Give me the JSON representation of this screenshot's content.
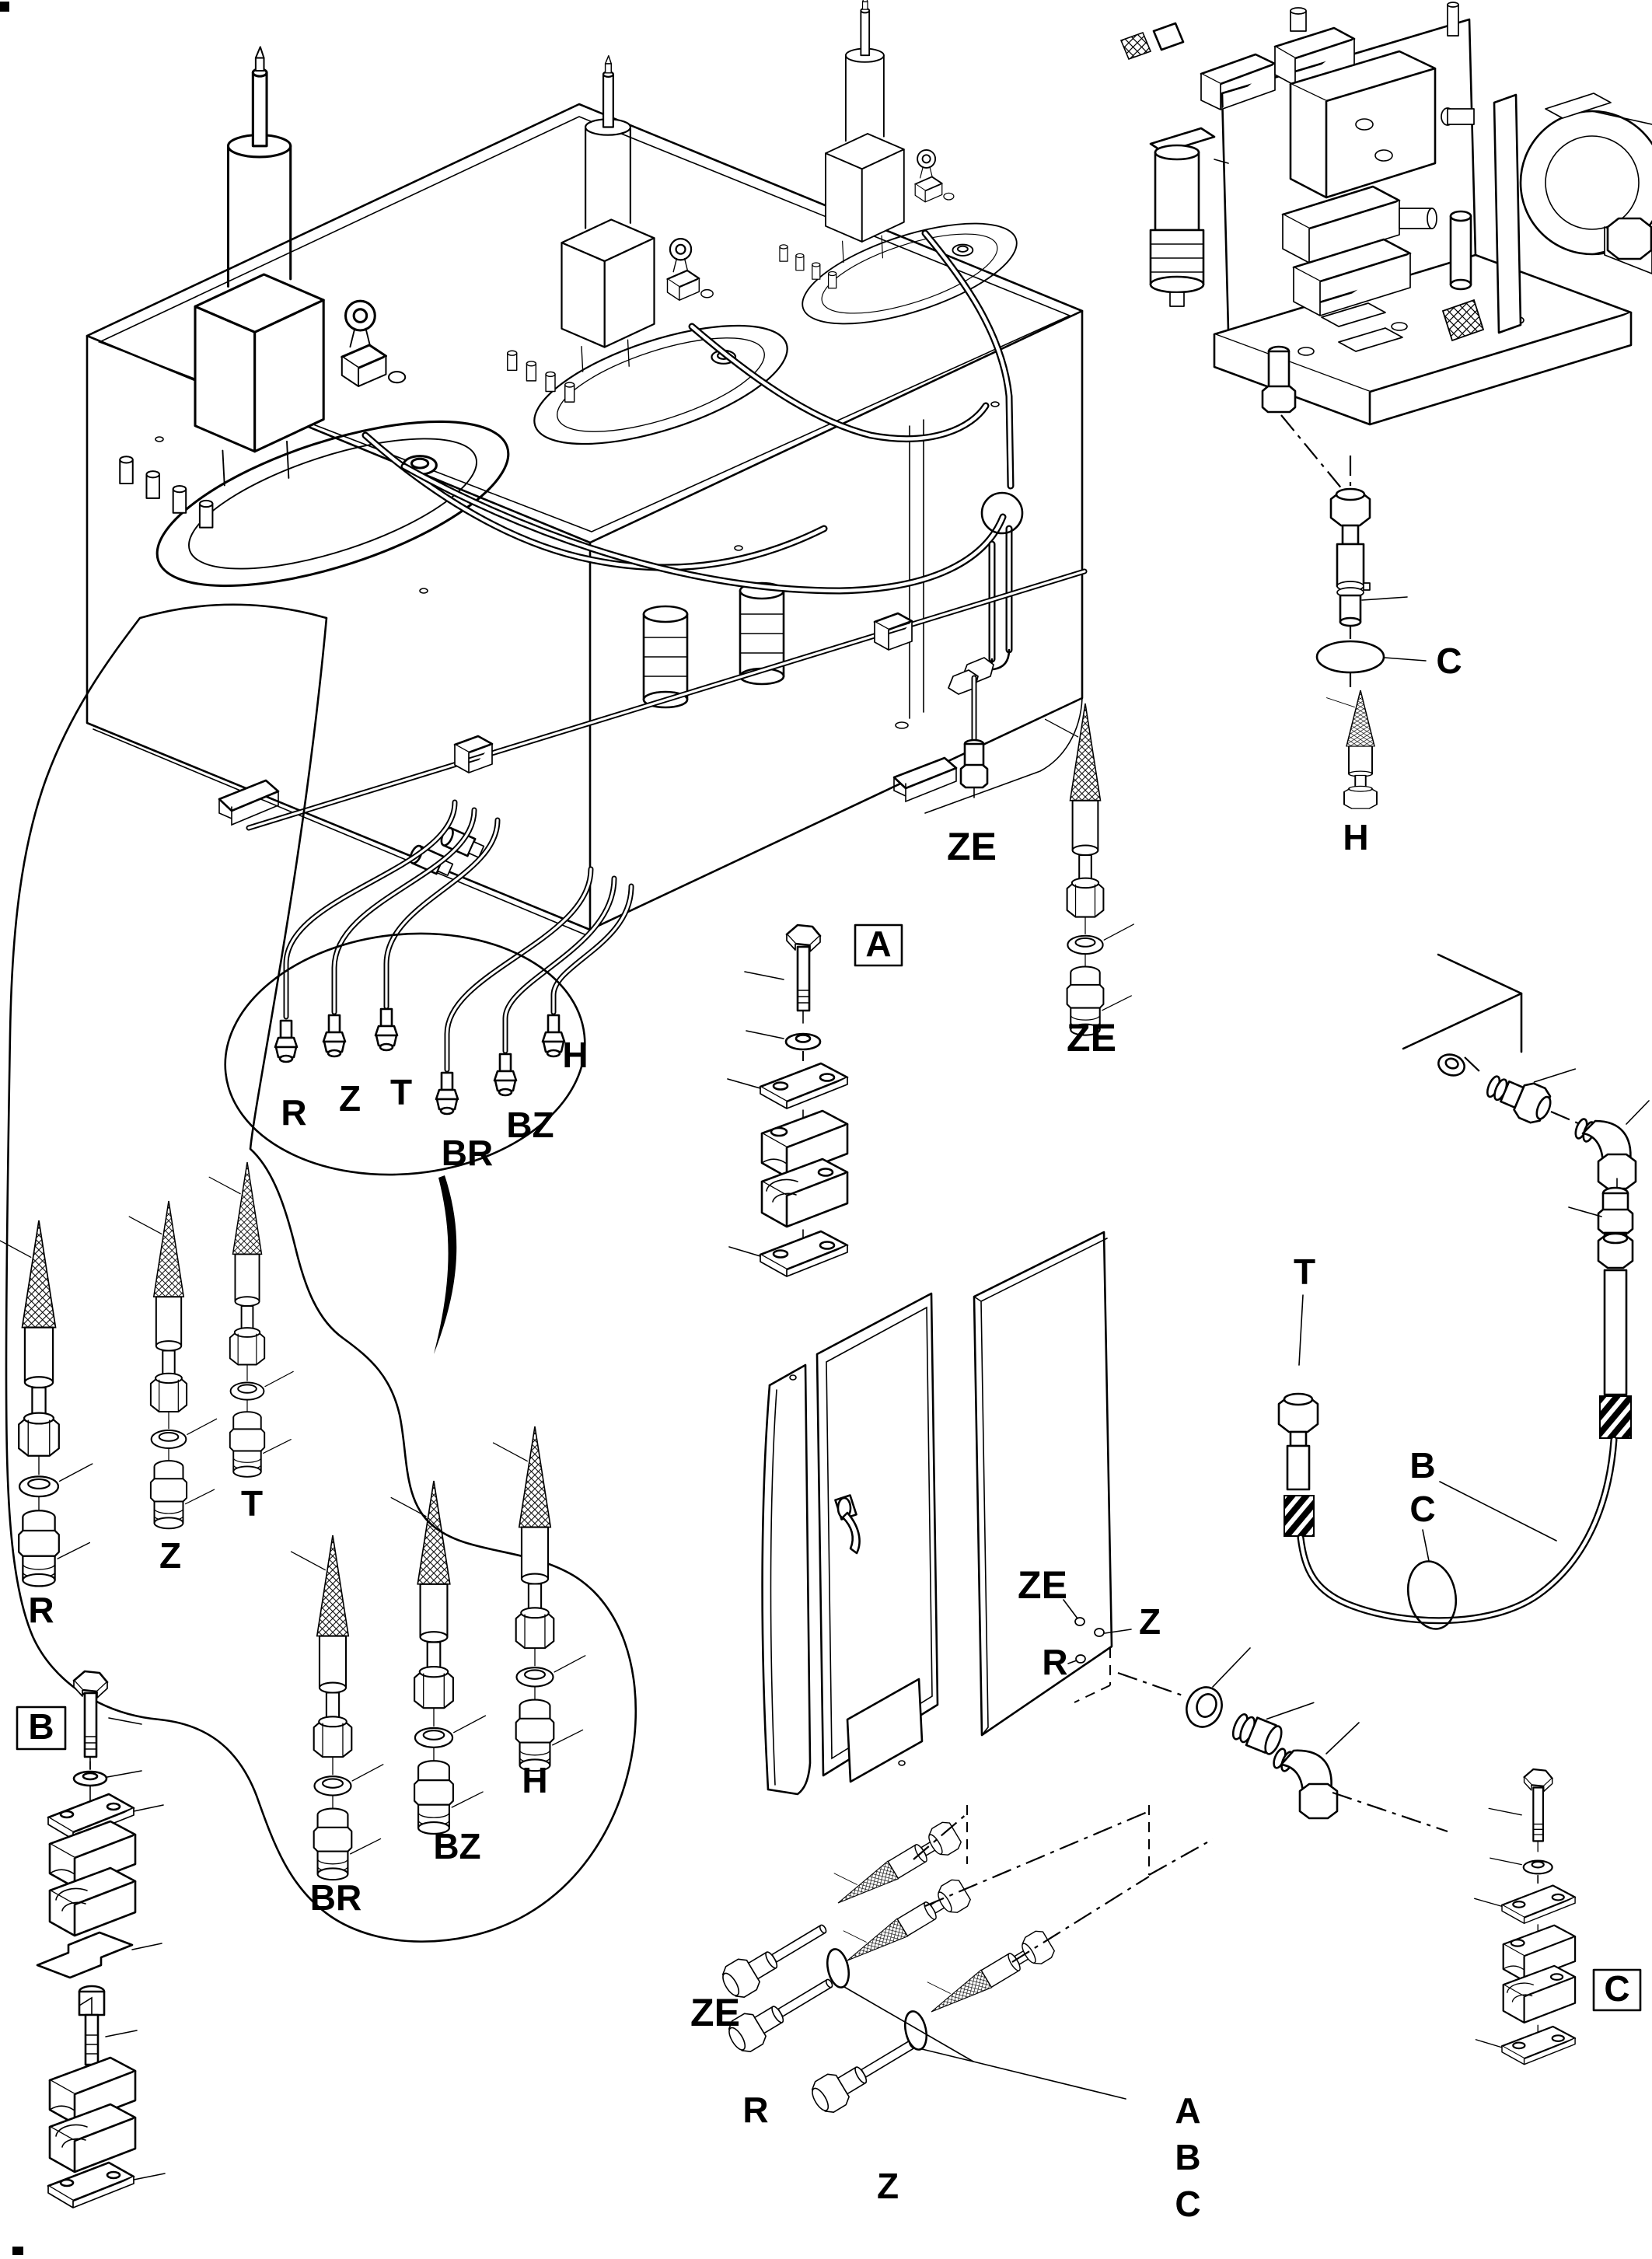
{
  "drawing": {
    "background": "#ffffff",
    "line_color": "#000000",
    "ports_main": {
      "r": "R",
      "z": "Z",
      "t": "T",
      "br": "BR",
      "bz": "BZ",
      "h": "H"
    },
    "ports_detail": {
      "r": "R",
      "z": "Z",
      "t": "T",
      "br": "BR",
      "bz": "BZ",
      "h": "H"
    },
    "ze_chain": {
      "side": "ZE",
      "below": "ZE"
    },
    "ref_boxes": {
      "a": "A",
      "b": "B",
      "c": "C"
    },
    "supply_refs": {
      "c": "C",
      "h": "H"
    },
    "hose_refs": {
      "t": "T",
      "b": "B",
      "c": "C"
    },
    "panel_ports": {
      "ze": "ZE",
      "z": "Z",
      "r": "R"
    },
    "bottom_hoses": {
      "ze": "ZE",
      "r": "R",
      "z": "Z"
    },
    "ref_list_bottom": {
      "a": "A",
      "b": "B",
      "c": "C"
    }
  }
}
